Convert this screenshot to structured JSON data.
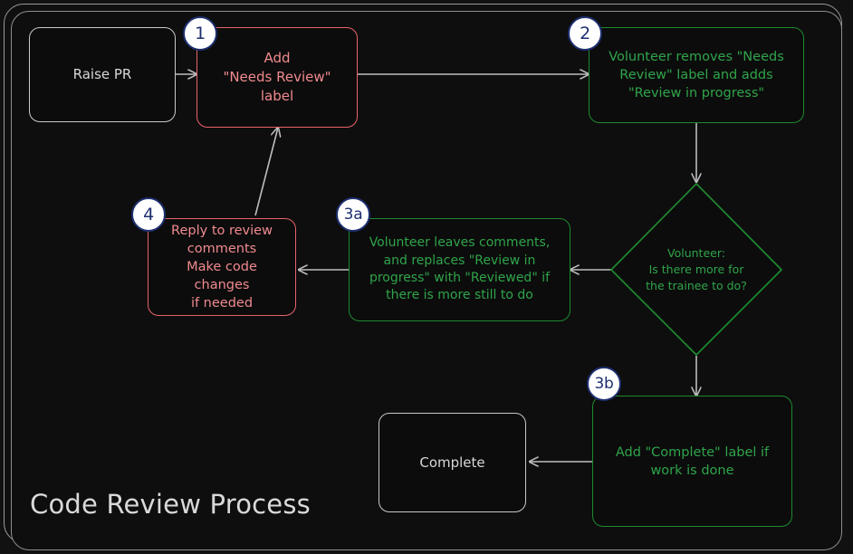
{
  "diagram": {
    "title": "Code Review Process",
    "type": "flowchart",
    "theme": {
      "background": "#111111",
      "frame_border": "#9a9a9a",
      "grey_stroke": "#c9c9c9",
      "grey_text": "#d8d8d8",
      "red_stroke": "#e8636b",
      "red_text": "#f08a8f",
      "green_stroke": "#1f8a2f",
      "green_text": "#2fa44a",
      "edge_stroke": "#bdbdbd",
      "badge_fill": "#ffffff",
      "badge_ring": "#1d2f6f",
      "badge_text": "#1d2f6f"
    },
    "nodes": {
      "raise_pr": {
        "label": "Raise PR",
        "shape": "rounded-rect",
        "color": "grey",
        "badge": ""
      },
      "add_needs_review": {
        "label": "Add\n\"Needs Review\"\nlabel",
        "shape": "rounded-rect",
        "color": "red",
        "badge": "1"
      },
      "volunteer_removes": {
        "label": "Volunteer removes \"Needs\nReview\" label and adds\n\"Review in progress\"",
        "shape": "rounded-rect",
        "color": "green",
        "badge": "2"
      },
      "decision": {
        "label": "Volunteer:\nIs there more for\nthe trainee to do?",
        "shape": "diamond",
        "color": "green",
        "badge": ""
      },
      "volunteer_comments": {
        "label": "Volunteer leaves comments,\nand replaces \"Review in\nprogress\" with \"Reviewed\" if\nthere is more still to do",
        "shape": "rounded-rect",
        "color": "green",
        "badge": "3a"
      },
      "reply_to_review": {
        "label": "Reply to review\ncomments\nMake code changes\nif needed",
        "shape": "rounded-rect",
        "color": "red",
        "badge": "4"
      },
      "add_complete": {
        "label": "Add \"Complete\" label if\nwork is done",
        "shape": "rounded-rect",
        "color": "green",
        "badge": "3b"
      },
      "complete": {
        "label": "Complete",
        "shape": "rounded-rect",
        "color": "grey",
        "badge": ""
      }
    },
    "edges": [
      {
        "from": "raise_pr",
        "to": "add_needs_review",
        "label": ""
      },
      {
        "from": "add_needs_review",
        "to": "volunteer_removes",
        "label": ""
      },
      {
        "from": "volunteer_removes",
        "to": "decision",
        "label": ""
      },
      {
        "from": "decision",
        "to": "volunteer_comments",
        "label": ""
      },
      {
        "from": "decision",
        "to": "add_complete",
        "label": ""
      },
      {
        "from": "volunteer_comments",
        "to": "reply_to_review",
        "label": ""
      },
      {
        "from": "reply_to_review",
        "to": "add_needs_review",
        "label": ""
      },
      {
        "from": "add_complete",
        "to": "complete",
        "label": ""
      }
    ]
  }
}
